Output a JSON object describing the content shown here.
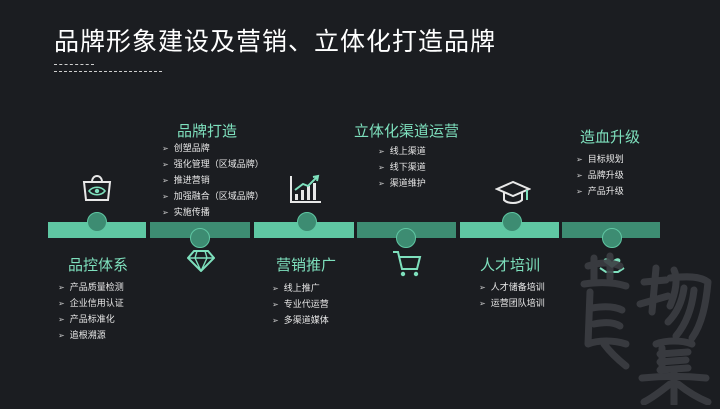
{
  "slide": {
    "title": "品牌形象建设及营销、立体化打造品牌"
  },
  "colors": {
    "background": "#1b1d21",
    "accent": "#7ee0bd",
    "timeline_light": "#5fc7a3",
    "timeline_dark": "#3d8c72"
  },
  "top_sections": [
    {
      "heading": "品牌打造",
      "icon": "eye-bag-icon",
      "items": [
        "创塑品牌",
        "强化管理（区域品牌）",
        "推进营销",
        "加强融合（区域品牌）",
        "实施传播"
      ]
    },
    {
      "heading": "立体化渠道运营",
      "icon": "growth-chart-icon",
      "items": [
        "线上渠道",
        "线下渠道",
        "渠道维护"
      ]
    },
    {
      "heading": "造血升级",
      "icon": "graduation-cap-icon",
      "items": [
        "目标规划",
        "品牌升级",
        "产品升级"
      ]
    }
  ],
  "bottom_sections": [
    {
      "heading": "品控体系",
      "icon": "diamond-icon",
      "items": [
        "产品质量检测",
        "企业信用认证",
        "产品标准化",
        "追根溯源"
      ]
    },
    {
      "heading": "营销推广",
      "icon": "shopping-cart-icon",
      "items": [
        "线上推广",
        "专业代运营",
        "多渠道媒体"
      ]
    },
    {
      "heading": "人才培训",
      "icon": "hand-heart-icon",
      "items": [
        "人才储备培训",
        "运营团队培训"
      ]
    }
  ],
  "watermark": {
    "text": "農物集"
  }
}
